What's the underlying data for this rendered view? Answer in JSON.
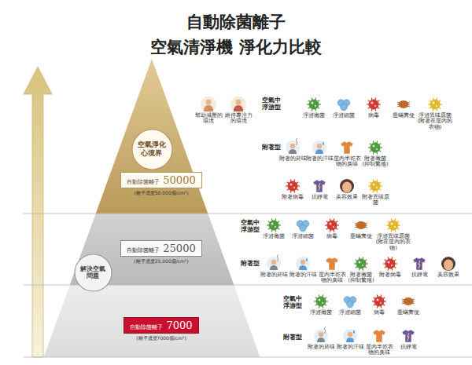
{
  "diagram": {
    "title": "自動除菌離子 空氣清淨機 淨化力比較",
    "nodes": [
      {
        "text": [
          "空氣淨化 心境界"
        ]
      },
      {
        "text": [
          "自動除菌離子",
          "50000",
          "(離子濃度50,000個/cm³)"
        ]
      },
      {
        "text": [
          "自動除菌離子",
          "25000",
          "(離子濃度25,000個/cm³)"
        ]
      },
      {
        "text": [
          "解決空氣 問題"
        ]
      },
      {
        "text": [
          "自動除菌離子",
          "7000",
          "(離子濃度7000個/cm³)"
        ]
      }
    ],
    "labels": [
      "幫助減壓的環境",
      "維持專注力的環境",
      "空氣中浮游型",
      "浮游黴菌",
      "浮游細菌",
      "病毒",
      "塵蟎糞便",
      "浮游異味原菌 (附著在屋內的衣物)",
      "附著型",
      "附著的菸味",
      "附著的汗味",
      "屋內半乾衣物的臭味",
      "附著黴菌(抑制繁殖)",
      "附著病毒",
      "抗靜電",
      "美容效果",
      "附著異味原菌",
      "空氣中浮游型",
      "浮游黴菌",
      "浮游細菌",
      "病毒",
      "塵蟎糞便",
      "浮游異味原菌 (附在屋內的衣物)",
      "附著型",
      "附著的菸味",
      "附著的汗味",
      "屋內半乾衣物的臭味",
      "附著黴菌(抑制繁殖)",
      "附著病毒",
      "抗靜電",
      "美容效果",
      "空氣中浮游型",
      "浮游黴菌",
      "浮游細菌",
      "病毒",
      "塵蟎糞便",
      "附著型",
      "附著的菸味",
      "附著的汗味",
      "屋內半乾衣物的臭味",
      "抗靜電"
    ]
  }
}
